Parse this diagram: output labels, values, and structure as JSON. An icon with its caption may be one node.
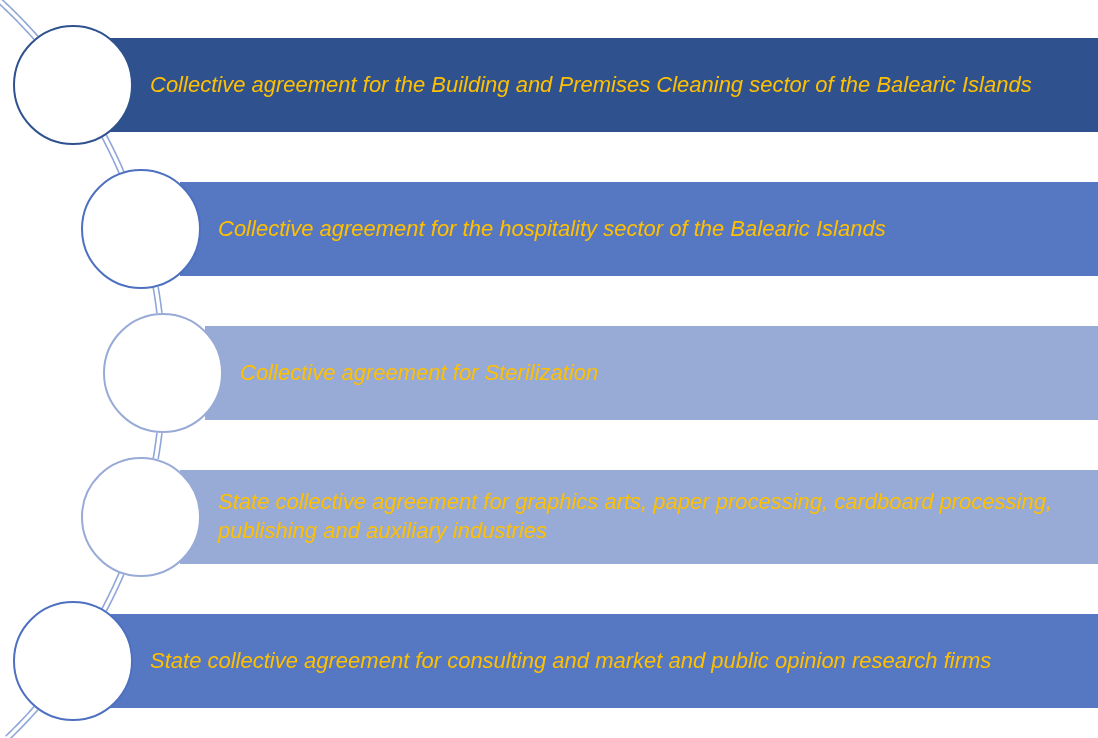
{
  "diagram": {
    "nodes": [
      {
        "text": [],
        "shape": "circle"
      },
      {
        "text": [
          "Collective agreement for the Building and Premises Cleaning sector of the Balearic Islands"
        ]
      },
      {
        "text": [],
        "shape": "circle"
      },
      {
        "text": [
          "Collective agreement for the hospitality sector of the Balearic Islands"
        ]
      },
      {
        "text": [],
        "shape": "circle"
      },
      {
        "text": [
          "Collective agreement for Sterilization"
        ]
      },
      {
        "text": [],
        "shape": "circle"
      },
      {
        "text": [
          "State collective agreement for graphics arts, paper processing, cardboard processing, publishing and auxiliary industries"
        ]
      },
      {
        "text": [],
        "shape": "circle"
      },
      {
        "text": [
          "State collective agreement for consulting and market and public opinion research firms"
        ]
      }
    ],
    "edges": [
      {
        "from": null,
        "to": 0,
        "arrow": "none"
      },
      {
        "from": 0,
        "to": 2,
        "arrow": "none"
      },
      {
        "from": 2,
        "to": 4,
        "arrow": "none"
      },
      {
        "from": 4,
        "to": 6,
        "arrow": "none"
      },
      {
        "from": 6,
        "to": 8,
        "arrow": "none"
      },
      {
        "from": 8,
        "to": null,
        "arrow": "none"
      }
    ]
  }
}
